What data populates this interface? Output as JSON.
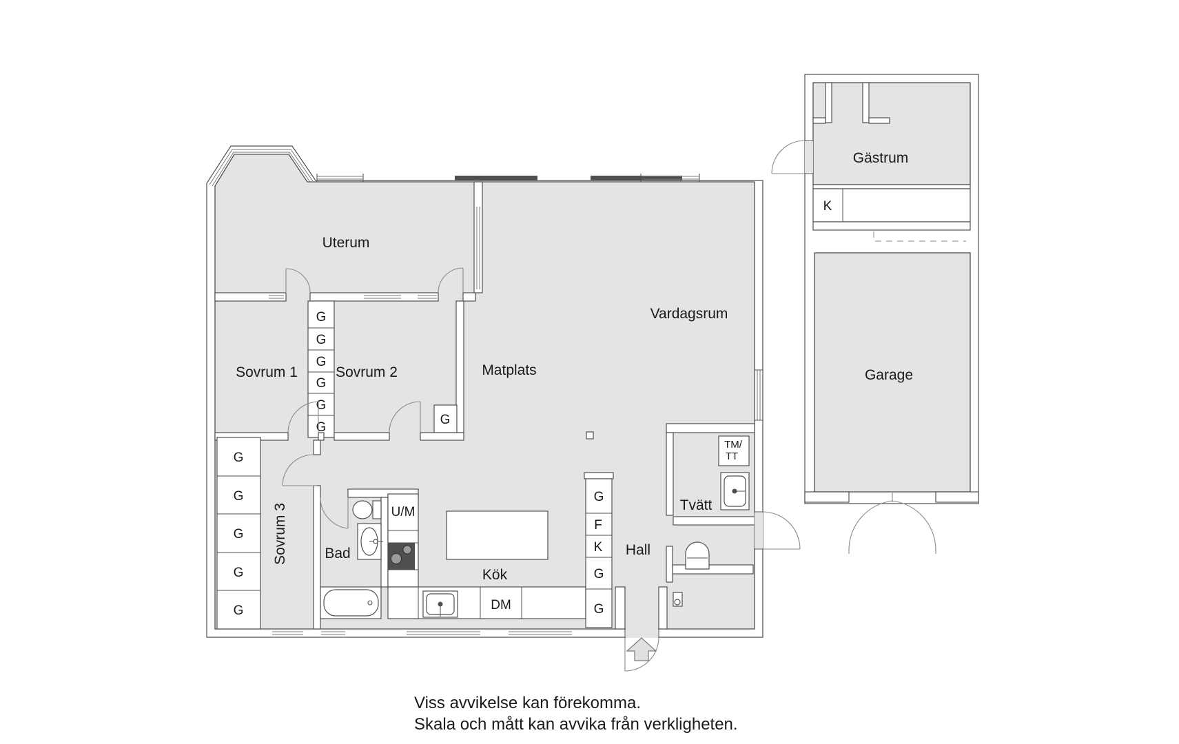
{
  "floorplan": {
    "rooms": {
      "uterum": "Uterum",
      "sovrum1": "Sovrum 1",
      "sovrum2": "Sovrum 2",
      "matplats": "Matplats",
      "vardagsrum": "Vardagsrum",
      "sovrum3": "Sovrum 3",
      "bad": "Bad",
      "kok": "Kök",
      "hall": "Hall",
      "tvatt": "Tvätt",
      "gastrum": "Gästrum",
      "garage": "Garage"
    },
    "labels": {
      "wardrobe": "G",
      "freezer": "F",
      "fridge": "K",
      "washer_line1": "TM/",
      "washer_line2": "TT",
      "dishwasher": "DM",
      "oven_micro": "U/M",
      "annex_closet": "K"
    },
    "disclaimer": {
      "line1": "Viss avvikelse kan förekomma.",
      "line2": "Skala och mått kan avvika från verkligheten."
    },
    "colors": {
      "background": "#ffffff",
      "room_fill": "#e4e4e4",
      "wall_line": "#4f4f4f",
      "stove_fill": "#4f4f4f",
      "text": "#1a1a1a"
    }
  }
}
